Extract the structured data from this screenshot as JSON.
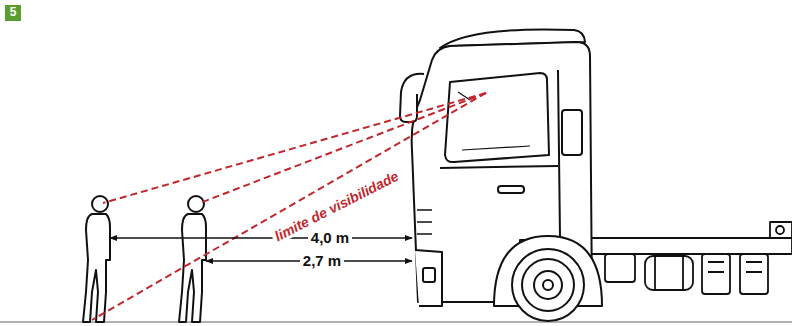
{
  "diagram": {
    "nodes": [
      {
        "text": [
          "5"
        ]
      }
    ],
    "labels": [
      "limite de visibilidade",
      "4,0 m",
      "2,7 m"
    ]
  }
}
